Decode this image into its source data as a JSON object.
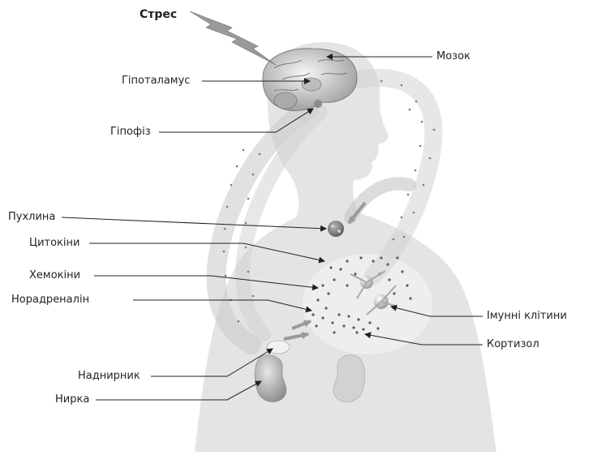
{
  "labels": {
    "stress": "Стрес",
    "brain": "Мозок",
    "hypothalamus": "Гіпоталамус",
    "pituitary": "Гіпофіз",
    "tumor": "Пухлина",
    "cytokines": "Цитокіни",
    "chemokines": "Хемокіни",
    "noradrenaline": "Норадреналін",
    "immune_cells": "Імунні клітини",
    "cortisol": "Кортизол",
    "adrenal": "Наднирник",
    "kidney": "Нирка"
  },
  "colors": {
    "body": "#e3e3e3",
    "flow_band": "#cccccc",
    "arrow": "#8a8a8a",
    "dots": "#6f6f6f",
    "text": "#231f20",
    "leader": "#231f20"
  }
}
